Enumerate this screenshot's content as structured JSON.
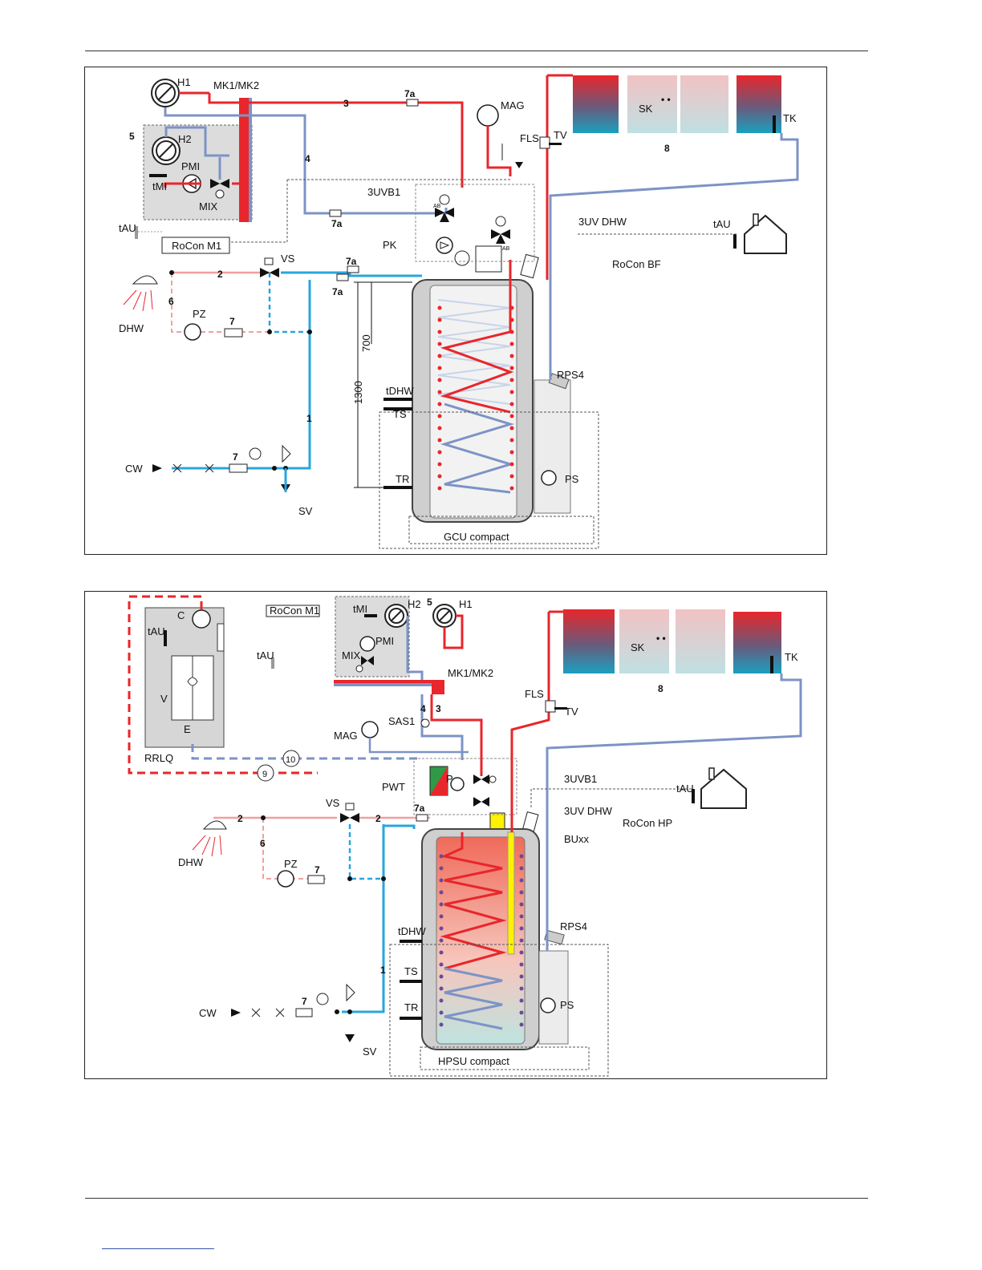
{
  "diagram1": {
    "labels": {
      "H1": "H1",
      "MK1_MK2": "MK1/MK2",
      "n5": "5",
      "H2": "H2",
      "PMI": "PMI",
      "tMI": "tMI",
      "MIX": "MIX",
      "tAU_left": "tAU",
      "RoConM1": "RoCon M1",
      "n3": "3",
      "n7a_top": "7a",
      "MAG": "MAG",
      "n4": "4",
      "n3UVB1": "3UVB1",
      "n7a_mid": "7a",
      "PK": "PK",
      "n3UVDHW": "3UV DHW",
      "RoConBF": "RoCon BF",
      "tAU_right": "tAU",
      "FLS": "FLS",
      "TV": "TV",
      "SK": "SK",
      "dots": "• •",
      "TK": "TK",
      "n8": "8",
      "VS": "VS",
      "n2": "2",
      "n7a_a": "7a",
      "n7a_b": "7a",
      "n6": "6",
      "PZ": "PZ",
      "n7_circ": "7",
      "DHW": "DHW",
      "d700": "700",
      "d1300": "1300",
      "tDHW": "tDHW",
      "TS": "TS",
      "RPS4": "RPS4",
      "n1": "1",
      "CW": "CW",
      "n7_cw": "7",
      "SV": "SV",
      "TR": "TR",
      "PS": "PS",
      "unit": "GCU compact",
      "AB1": "AB",
      "AB2": "AB"
    }
  },
  "diagram2": {
    "labels": {
      "RoConM1": "RoCon M1",
      "tMI": "tMI",
      "H2": "H2",
      "n5": "5",
      "H1": "H1",
      "C": "C",
      "tAU_left": "tAU",
      "PMI": "PMI",
      "tAU_grey": "tAU",
      "MIX": "MIX",
      "MK1_MK2": "MK1/MK2",
      "V": "V",
      "E": "E",
      "n4": "4",
      "n3": "3",
      "SAS1": "SAS1",
      "MAG": "MAG",
      "RRLQ": "RRLQ",
      "n10": "10",
      "n9": "9",
      "PWT": "PWT",
      "P": "P",
      "n3UVB1": "3UVB1",
      "tAU_right": "tAU",
      "n3UVDHW": "3UV DHW",
      "RoConHP": "RoCon HP",
      "BUxx": "BUxx",
      "VS": "VS",
      "n2a": "2",
      "n2b": "2",
      "n7a": "7a",
      "n6": "6",
      "PZ": "PZ",
      "n7_circ": "7",
      "DHW": "DHW",
      "tDHW": "tDHW",
      "RPS4": "RPS4",
      "n1": "1",
      "TS": "TS",
      "TR": "TR",
      "PS": "PS",
      "CW": "CW",
      "n7_cw": "7",
      "SV": "SV",
      "unit": "HPSU compact",
      "FLS": "FLS",
      "TV": "TV",
      "SK": "SK",
      "dots": "• •",
      "TK": "TK",
      "n8": "8"
    }
  },
  "colors": {
    "hot": "#e8262b",
    "cold": "#2aa5dc",
    "return": "#7d93c6",
    "dhw_circ": "#f0a0a0",
    "unit_grey": "#d6d6d6"
  }
}
